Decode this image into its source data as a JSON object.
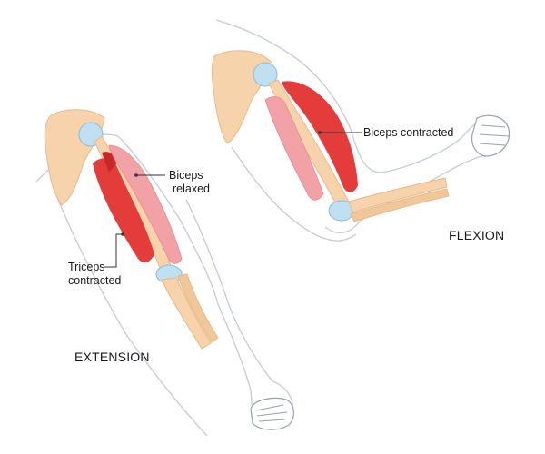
{
  "extension": {
    "title": "EXTENSION",
    "biceps_label": [
      "Biceps",
      "relaxed"
    ],
    "triceps_label": [
      "Triceps",
      "contracted"
    ]
  },
  "flexion": {
    "title": "FLEXION",
    "biceps_label": "Biceps contracted"
  },
  "colors": {
    "skin_outline": "#c9cdd6",
    "bone": "#f6d3aa",
    "bone_shade": "#e8b98a",
    "joint": "#bfe0f2",
    "muscle_contracted": "#e43b3b",
    "muscle_relaxed": "#f2a1a6",
    "leader_line": "#333333"
  }
}
